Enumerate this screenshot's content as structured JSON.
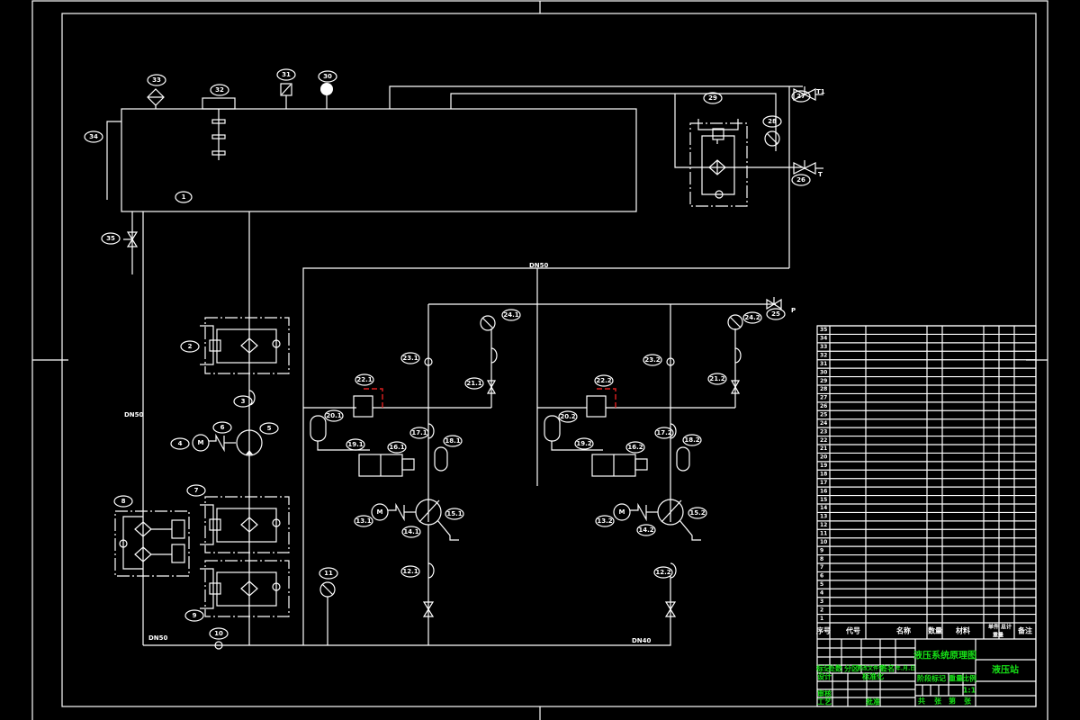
{
  "drawing": {
    "title": "液压系统原理图",
    "code": "液压站",
    "pipe_labels": {
      "main_return": "DN50",
      "left_vertical": "DN50",
      "bottom_left": "DN50",
      "bottom_right": "DN40"
    },
    "ports": {
      "t1": "T1",
      "t": "T",
      "p": "P"
    },
    "component_labels": {
      "c1": "1",
      "c2": "2",
      "c3": "3",
      "c4": "4",
      "c5": "5",
      "c6": "6",
      "c7": "7",
      "c8": "8",
      "c9": "9",
      "c10": "10",
      "c11": "11",
      "c12_1": "12.1",
      "c12_2": "12.2",
      "c13_1": "13.1",
      "c13_2": "13.2",
      "c14_1": "14.1",
      "c14_2": "14.2",
      "c15_1": "15.1",
      "c15_2": "15.2",
      "c16_1": "16.1",
      "c16_2": "16.2",
      "c17_1": "17.1",
      "c17_2": "17.2",
      "c18_1": "18.1",
      "c18_2": "18.2",
      "c19_1": "19.1",
      "c19_2": "19.2",
      "c20_1": "20.1",
      "c20_2": "20.2",
      "c21_1": "21.1",
      "c21_2": "21.2",
      "c22_1": "22.1",
      "c22_2": "22.2",
      "c23_1": "23.1",
      "c23_2": "23.2",
      "c24_1": "24.1",
      "c24_2": "24.2",
      "c25": "25",
      "c26": "26",
      "c27": "27",
      "c28": "28",
      "c29": "29",
      "c30": "30",
      "c31": "31",
      "c32": "32",
      "c33": "33",
      "c34": "34",
      "c35": "35",
      "motor": "M"
    }
  },
  "parts_list": {
    "headers": {
      "no": "序号",
      "code": "代号",
      "name": "名称",
      "qty": "数量",
      "material": "材料",
      "unit_weight": "单件",
      "total_weight": "总计",
      "weight": "重量",
      "remark": "备注"
    },
    "row_numbers": [
      "35",
      "34",
      "33",
      "32",
      "31",
      "30",
      "29",
      "28",
      "27",
      "26",
      "25",
      "24",
      "23",
      "22",
      "21",
      "20",
      "19",
      "18",
      "17",
      "16",
      "15",
      "14",
      "13",
      "12",
      "11",
      "10",
      "9",
      "8",
      "7",
      "6",
      "5",
      "4",
      "3",
      "2",
      "1"
    ]
  },
  "title_block": {
    "mark": "标记",
    "count": "处数",
    "zone": "分区",
    "change_doc": "更改文件号",
    "signature": "签名",
    "date": "年.月.日",
    "design": "设计",
    "standard": "标准化",
    "review": "审核",
    "process": "工艺",
    "approve": "批准",
    "stage_mark": "阶段标记",
    "weight": "重量",
    "scale": "比例",
    "scale_value": "1:1",
    "sheets_total": "共",
    "sheets_unit": "张",
    "sheet_no": "第",
    "sheet_unit": "张"
  }
}
